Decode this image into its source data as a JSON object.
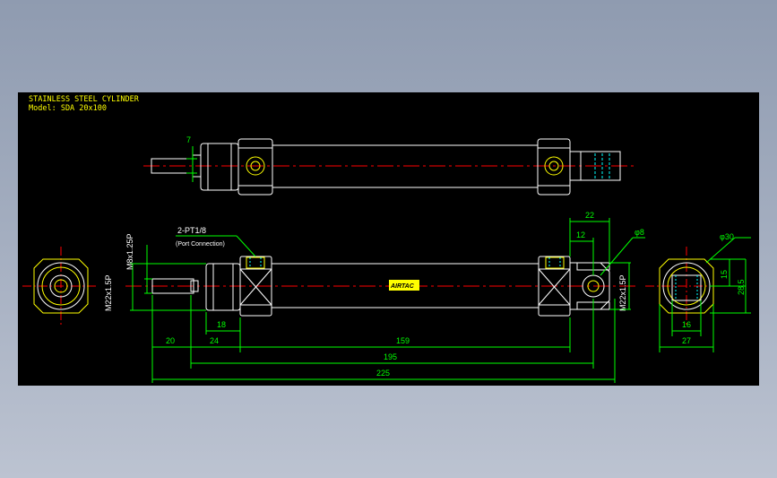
{
  "title": {
    "line1": "STAINLESS STEEL CYLINDER",
    "line2": "Model: SDA 20x100"
  },
  "labels": {
    "port": "2-PT1/8",
    "port_note": "(Port Connection)",
    "badge": "AIRTAC",
    "thread_rod": "M8x1.25P",
    "thread_front": "M22x1.5P",
    "thread_rear": "M22x1.5P"
  },
  "dimensions": {
    "d7": "7",
    "d22": "22",
    "d12": "12",
    "phi8": "φ8",
    "phi30": "φ30",
    "d15": "15",
    "d28_5": "28.5",
    "d16": "16",
    "d27": "27",
    "d18": "18",
    "d20": "20",
    "d24": "24",
    "d159": "159",
    "d195": "195",
    "d225": "225"
  },
  "colors": {
    "outline": "#ffffff",
    "dimension": "#00ff00",
    "centerline": "#ff0000",
    "hidden": "#00ffff",
    "text": "#ffff00"
  }
}
